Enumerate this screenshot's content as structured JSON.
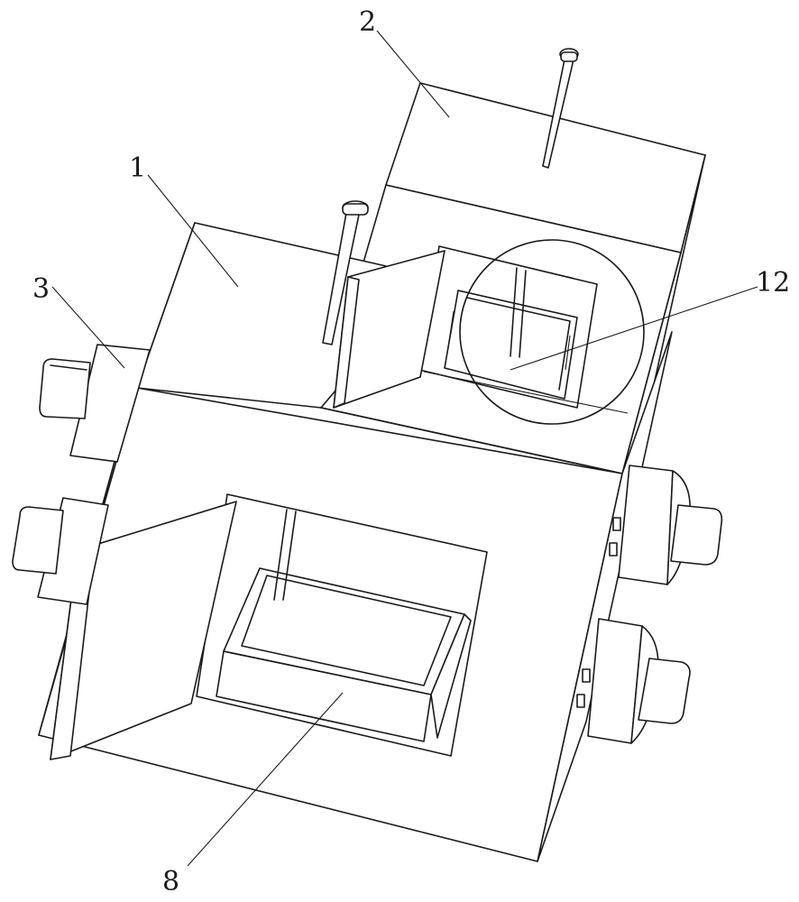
{
  "figure": {
    "callouts": [
      {
        "id": "label-1",
        "text": "1"
      },
      {
        "id": "label-2",
        "text": "2"
      },
      {
        "id": "label-3",
        "text": "3"
      },
      {
        "id": "label-8",
        "text": "8"
      },
      {
        "id": "label-12",
        "text": "12"
      }
    ]
  },
  "colors": {
    "line": "#1a1a1a",
    "paper": "#ffffff"
  }
}
